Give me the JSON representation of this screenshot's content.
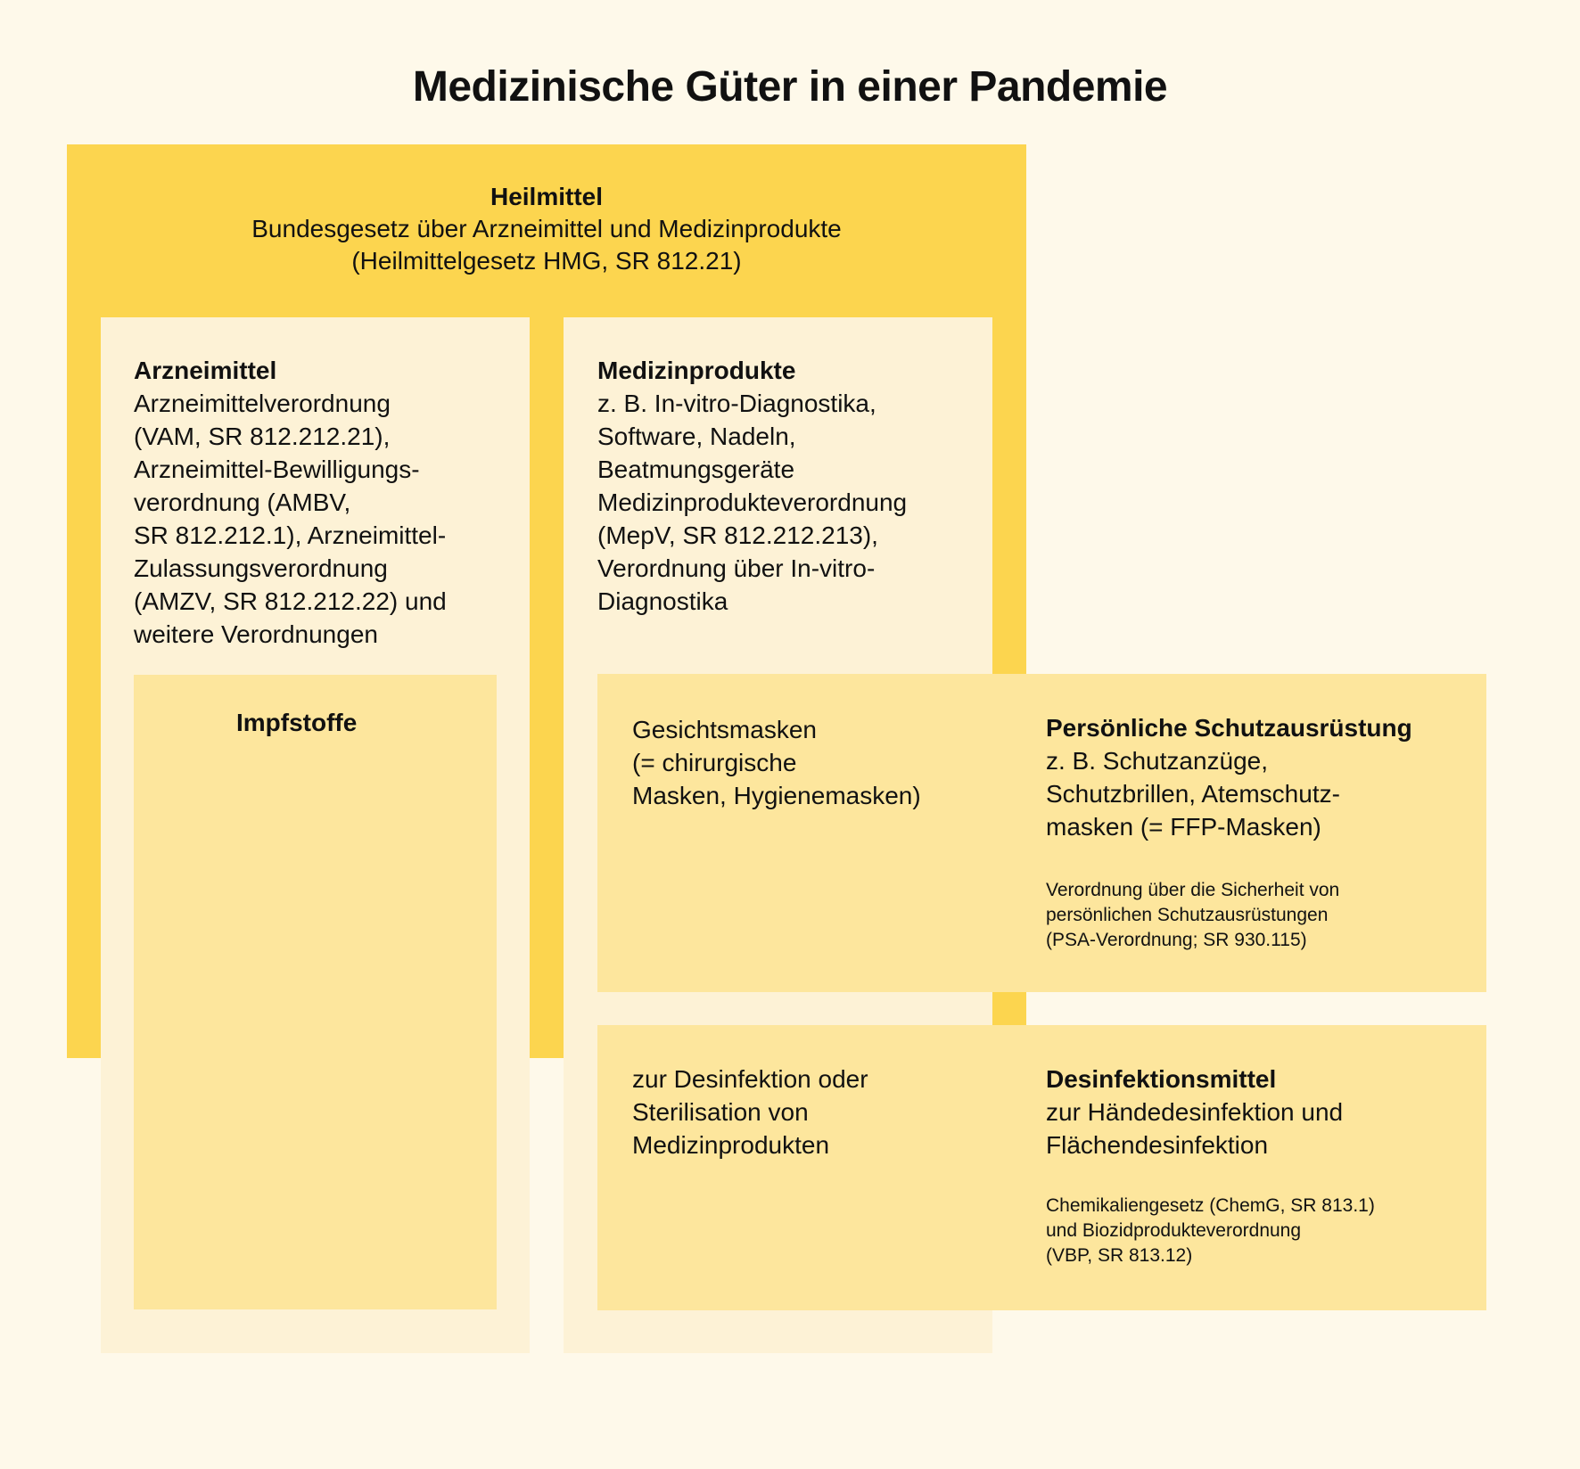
{
  "title": "Medizinische Güter in einer Pandemie",
  "colors": {
    "background": "#fef9ea",
    "outer_box": "#fcd54f",
    "column_box": "#fdf2d6",
    "inner_box": "#fde69d"
  },
  "heilmittel": {
    "heading": "Heilmittel",
    "lines": [
      "Bundesgesetz über Arzneimittel und Medizinprodukte",
      "(Heilmittelgesetz HMG, SR 812.21)"
    ]
  },
  "arzneimittel": {
    "heading": "Arzneimittel",
    "lines": [
      "Arzneimittelverordnung",
      "(VAM, SR 812.212.21),",
      "Arzneimittel-Bewilligungs-",
      "verordnung (AMBV,",
      "SR 812.212.1), Arzneimittel-",
      "Zulassungsverordnung",
      "(AMZV, SR 812.212.22) und",
      "weitere Verordnungen"
    ]
  },
  "impfstoffe": {
    "heading": "Impfstoffe"
  },
  "medizinprodukte": {
    "heading": "Medizinprodukte",
    "lines": [
      "z. B. In-vitro-Diagnostika,",
      "Software, Nadeln,",
      "Beatmungsgeräte",
      "Medizinprodukteverordnung",
      "(MepV, SR 812.212.213),",
      "Verordnung über In-vitro-",
      "Diagnostika"
    ]
  },
  "gesichtsmasken": {
    "lines": [
      "Gesichtsmasken",
      "(= chirurgische",
      "Masken, Hygienemasken)"
    ]
  },
  "psa": {
    "heading": "Persönliche Schutzausrüstung",
    "lines": [
      "z. B. Schutzanzüge,",
      "Schutzbrillen, Atemschutz-",
      "masken (= FFP-Masken)"
    ],
    "law_lines": [
      "Verordnung über die Sicherheit von",
      "persönlichen Schutzausrüstungen",
      "(PSA-Verordnung; SR 930.115)"
    ]
  },
  "desinfektion_medizinprodukte": {
    "lines": [
      "zur Desinfektion oder",
      "Sterilisation von",
      "Medizinprodukten"
    ]
  },
  "desinfektionsmittel": {
    "heading": "Desinfektionsmittel",
    "lines": [
      "zur Händedesinfektion und",
      "Flächendesinfektion"
    ],
    "law_lines": [
      "Chemikaliengesetz (ChemG, SR 813.1)",
      "und Biozidprodukteverordnung",
      "(VBP, SR 813.12)"
    ]
  }
}
